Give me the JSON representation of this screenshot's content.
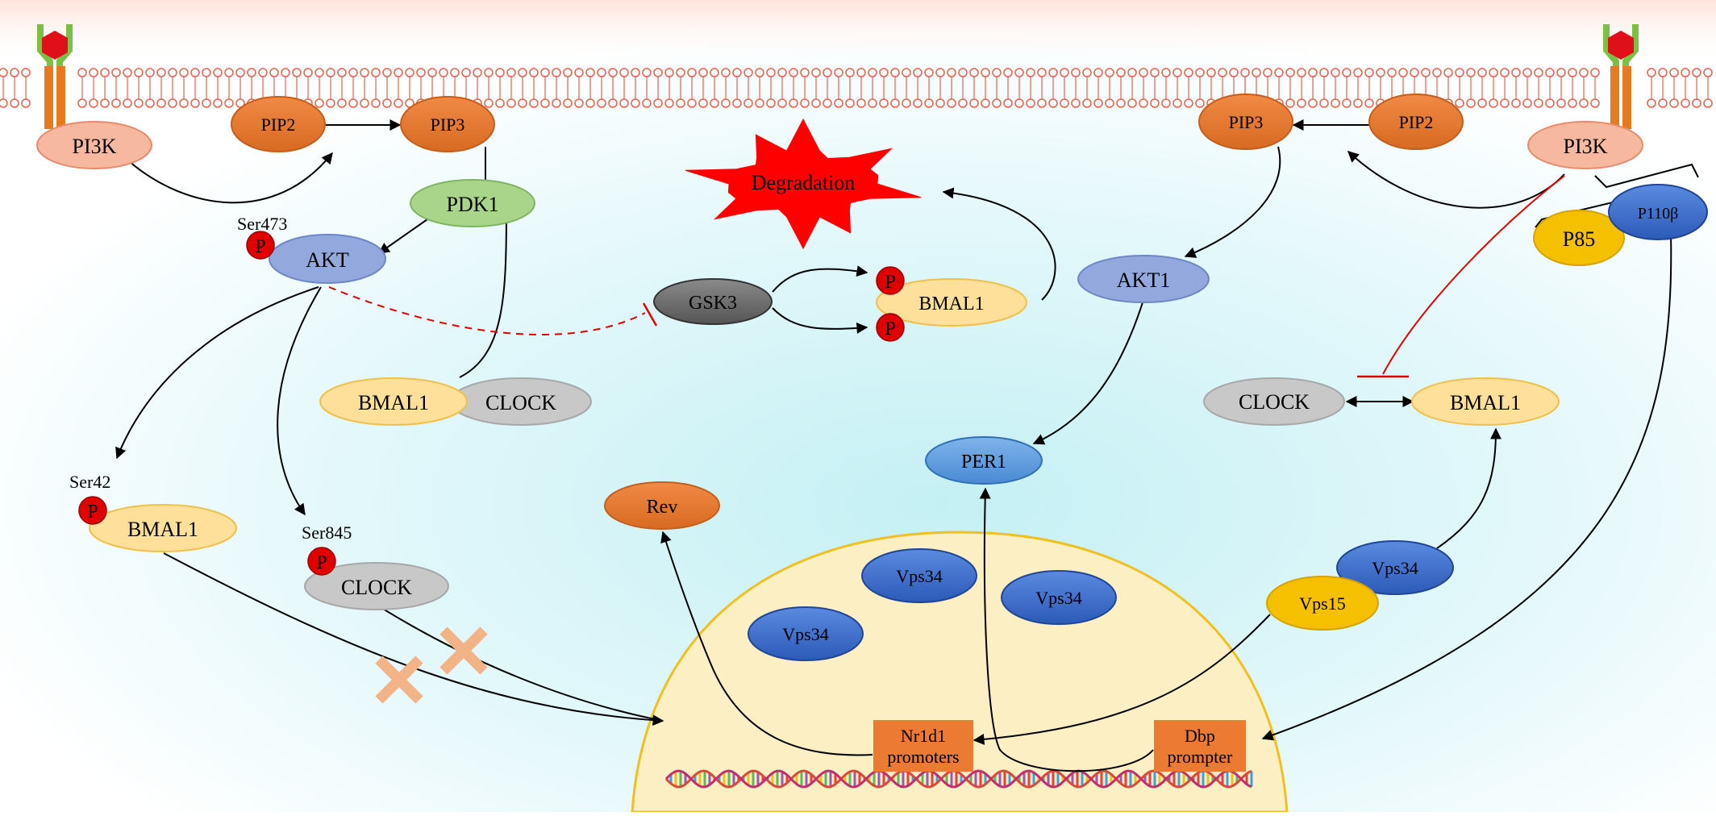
{
  "labels": {
    "left_pi3k": "PI3K",
    "left_pip2": "PIP2",
    "left_pip3": "PIP3",
    "pdk1": "PDK1",
    "akt": "AKT",
    "ser473": "Ser473",
    "p": "P",
    "degradation": "Degradation",
    "gsk3": "GSK3",
    "bmal1": "BMAL1",
    "clock": "CLOCK",
    "ser42": "Ser42",
    "ser845": "Ser845",
    "rev": "Rev",
    "per1": "PER1",
    "akt1": "AKT1",
    "right_pip3": "PIP3",
    "right_pip2": "PIP2",
    "right_pi3k": "PI3K",
    "p85": "P85",
    "p110b": "P110β",
    "vps34": "Vps34",
    "vps15": "Vps15",
    "nr1d1_line1": "Nr1d1",
    "nr1d1_line2": "promoters",
    "dbp_line1": "Dbp",
    "dbp_line2": "prompter"
  },
  "colors": {
    "orange": "#E57A36",
    "salmon": "#F7B8A0",
    "green": "#A8D58A",
    "periwinkle": "#93A9DE",
    "cream": "#FFE09A",
    "gray": "#C8C8C8",
    "dark_gray": "#6E6E6E",
    "blue": "#3566C6",
    "yellow": "#F5C000",
    "red": "#E00000",
    "nucleus": "#FDEFC4",
    "promoter": "#EC7A33"
  }
}
